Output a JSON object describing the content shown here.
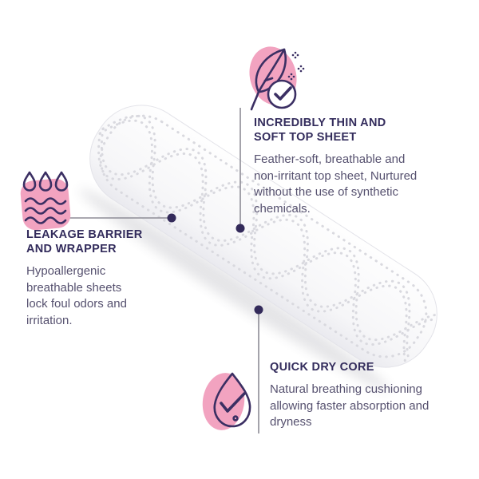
{
  "colors": {
    "navy": "#3b2f63",
    "heading": "#332c5c",
    "body_text": "#56516f",
    "pink": "#f2a3c0",
    "connector_line": "#8d8c96",
    "connector_dot": "#332a5a",
    "pad_dot": "#d9d9df"
  },
  "features": {
    "top_sheet": {
      "icon": "feather-check-icon",
      "title": "INCREDIBLY THIN AND\nSOFT TOP SHEET",
      "description": "Feather-soft, breathable and\nnon-irritant top sheet, Nurtured\nwithout the use of synthetic\nchemicals."
    },
    "leakage": {
      "icon": "water-drops-waves-icon",
      "title": "LEAKAGE BARRIER\nAND WRAPPER",
      "description": "Hypoallergenic\nbreathable sheets\nlock foul odors and\nirritation."
    },
    "quick_dry": {
      "icon": "drop-check-icon",
      "title": "QUICK DRY CORE",
      "description": "Natural breathing cushioning\nallowing faster absorption and\ndryness"
    }
  }
}
